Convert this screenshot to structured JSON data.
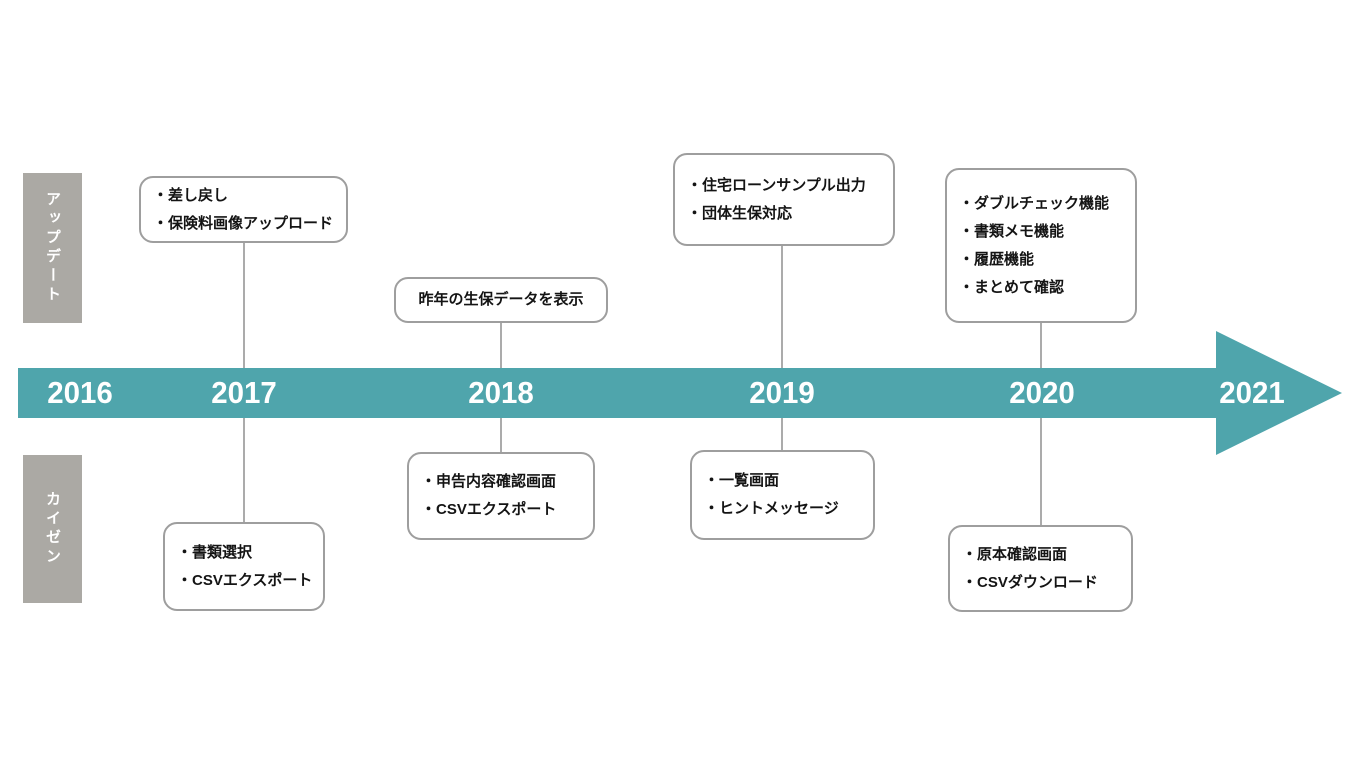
{
  "colors": {
    "accent_teal": "#4FA5AC",
    "label_gray": "#ABA9A4",
    "box_border": "#9E9E9E",
    "connector": "#ABABAB",
    "text_dark": "#141414",
    "year_text": "#FFFFFF"
  },
  "side_labels": {
    "update": "アップデート",
    "kaizen": "カイゼン"
  },
  "timeline": {
    "years": [
      "2016",
      "2017",
      "2018",
      "2019",
      "2020",
      "2021"
    ]
  },
  "callouts": {
    "update_2017": {
      "lines": [
        "・差し戻し",
        "・保険料画像アップロード"
      ]
    },
    "update_2018": {
      "lines": [
        "昨年の生保データを表示"
      ]
    },
    "update_2019": {
      "lines": [
        "・住宅ローンサンプル出力",
        "・団体生保対応"
      ]
    },
    "update_2020": {
      "lines": [
        "・ダブルチェック機能",
        "・書類メモ機能",
        "・履歴機能",
        "・まとめて確認"
      ]
    },
    "kaizen_2017": {
      "lines": [
        "・書類選択",
        "・CSVエクスポート"
      ]
    },
    "kaizen_2018": {
      "lines": [
        "・申告内容確認画面",
        "・CSVエクスポート"
      ]
    },
    "kaizen_2019": {
      "lines": [
        "・一覧画面",
        "・ヒントメッセージ"
      ]
    },
    "kaizen_2020": {
      "lines": [
        "・原本確認画面",
        "・CSVダウンロード"
      ]
    }
  }
}
